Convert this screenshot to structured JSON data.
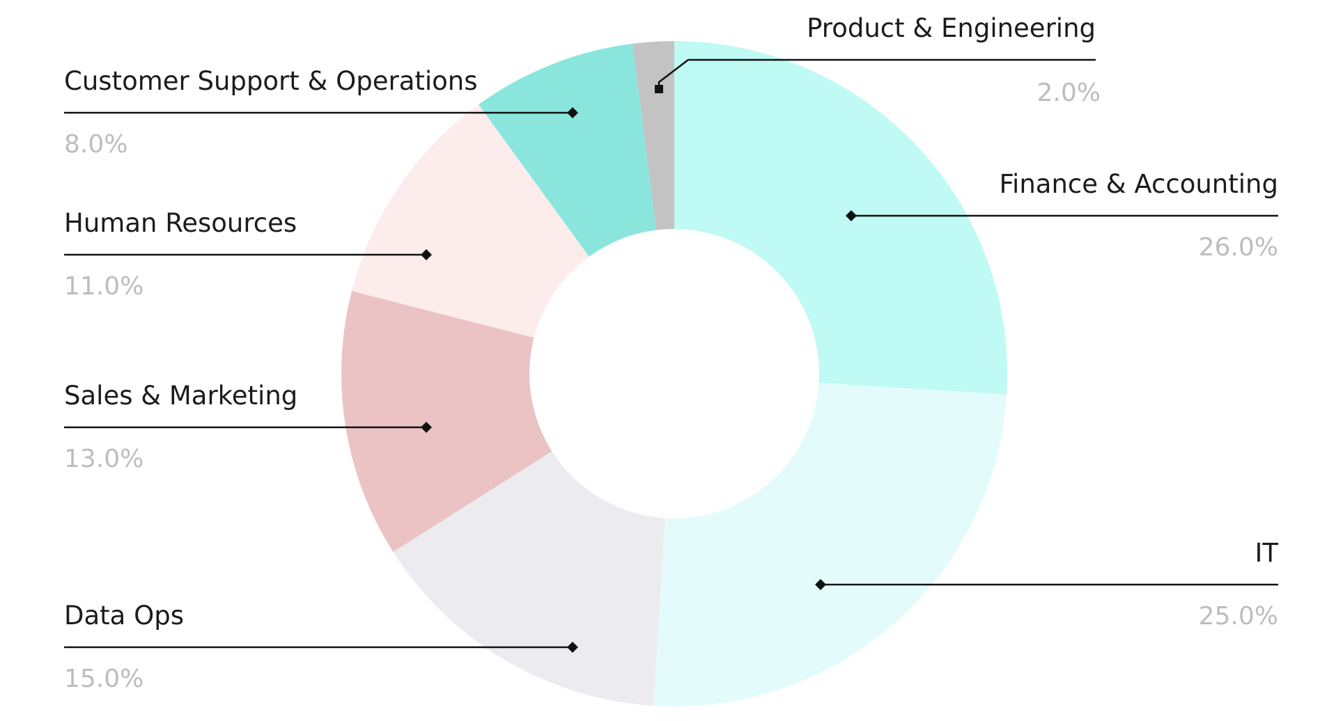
{
  "chart_data": {
    "type": "pie",
    "donut": true,
    "slices": [
      {
        "label": "Finance & Accounting",
        "value": 26.0,
        "value_label": "26.0%",
        "color": "#bffaf4"
      },
      {
        "label": "IT",
        "value": 25.0,
        "value_label": "25.0%",
        "color": "#e3fcfb"
      },
      {
        "label": "Data Ops",
        "value": 15.0,
        "value_label": "15.0%",
        "color": "#ececf0"
      },
      {
        "label": "Sales & Marketing",
        "value": 13.0,
        "value_label": "13.0%",
        "color": "#ebc3c5"
      },
      {
        "label": "Human Resources",
        "value": 11.0,
        "value_label": "11.0%",
        "color": "#fcecec"
      },
      {
        "label": "Customer Support & Operations",
        "value": 8.0,
        "value_label": "8.0%",
        "color": "#8ae6dd"
      },
      {
        "label": "Product & Engineering",
        "value": 2.0,
        "value_label": "2.0%",
        "color": "#c3c3c3"
      }
    ],
    "start_angle": "12 o'clock",
    "direction": "clockwise",
    "legend": "none",
    "colors": {
      "label_text": "#1b1b1b",
      "percent_text": "#bdbdbd",
      "leader_line": "#111111"
    }
  }
}
